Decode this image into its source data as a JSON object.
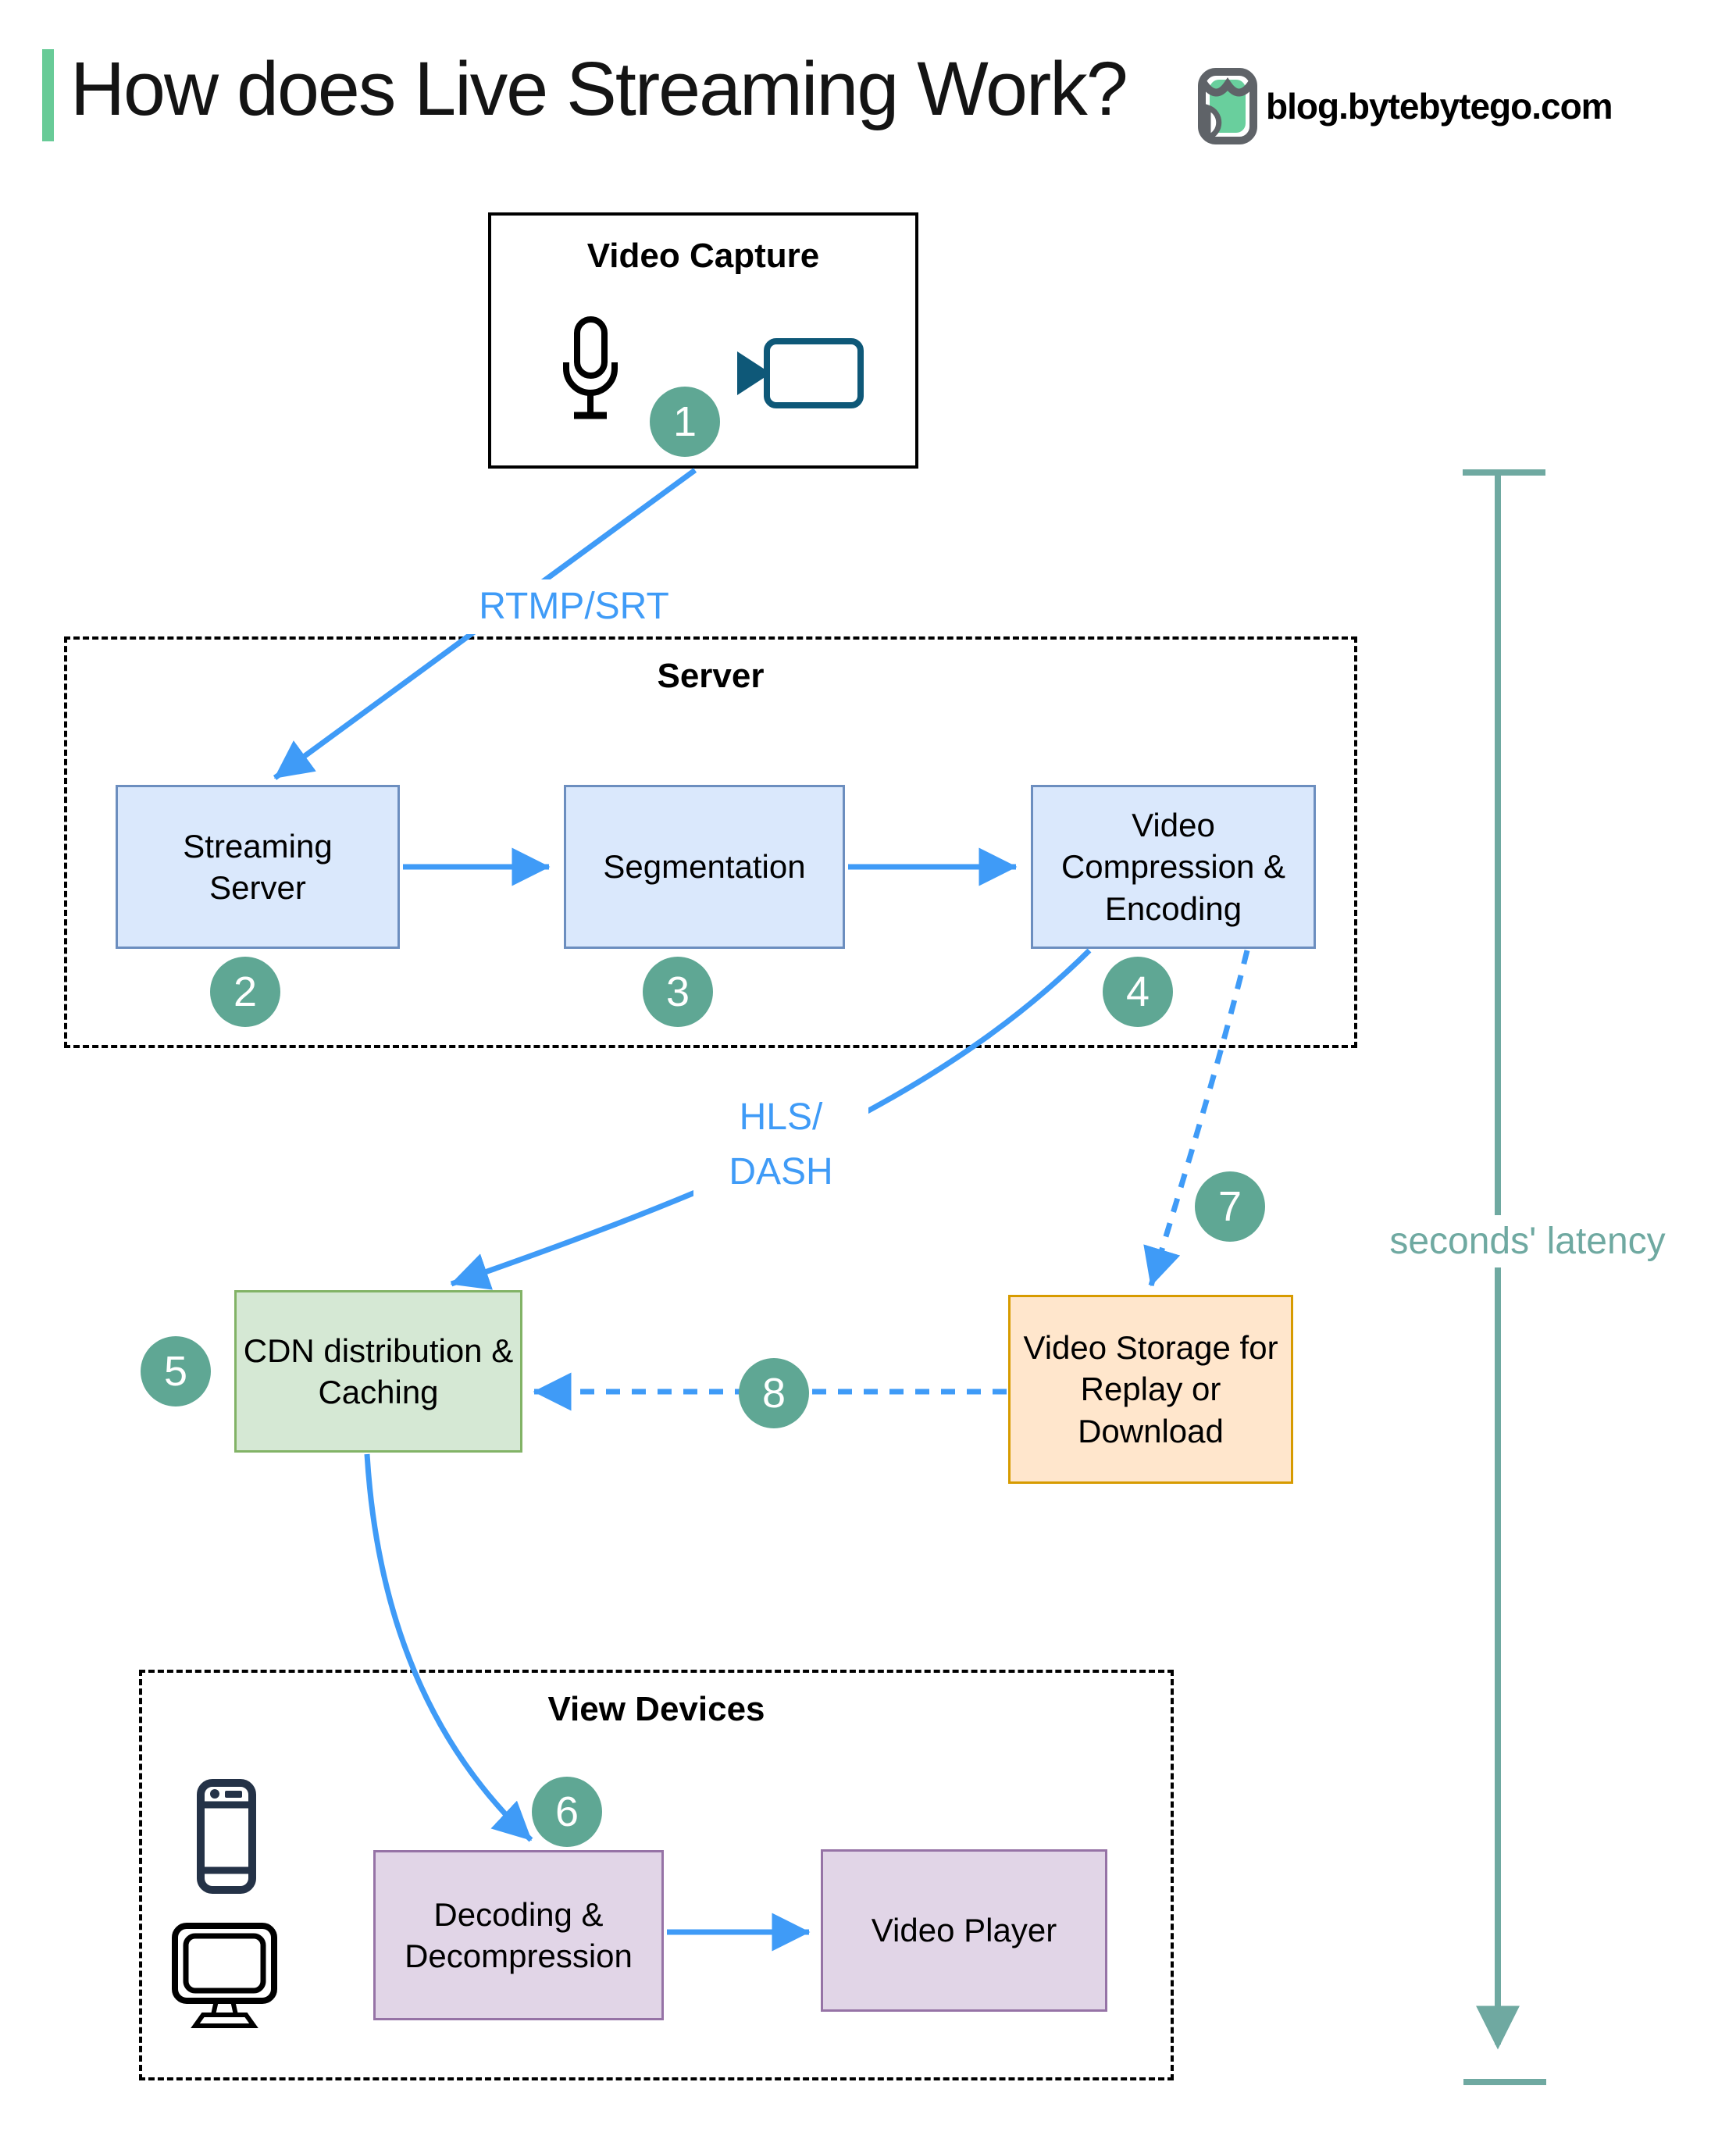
{
  "header": {
    "title": "How does Live Streaming Work?",
    "site": "blog.bytebytego.com"
  },
  "groups": {
    "server": "Server",
    "view_devices": "View Devices"
  },
  "nodes": {
    "video_capture": "Video Capture",
    "streaming_server": "Streaming Server",
    "segmentation": "Segmentation",
    "video_compression": "Video Compression & Encoding",
    "cdn": "CDN distribution & Caching",
    "video_storage": "Video Storage for Replay or Download",
    "decoding": "Decoding & Decompression",
    "video_player": "Video Player"
  },
  "flow_labels": {
    "rtmp": "RTMP/SRT",
    "hls_dash": "HLS/\nDASH",
    "latency": "seconds' latency"
  },
  "steps": [
    "1",
    "2",
    "3",
    "4",
    "5",
    "6",
    "7",
    "8"
  ],
  "icons": {
    "logo": "bytebytego-owl-logo",
    "capture": [
      "microphone-icon",
      "video-camera-icon"
    ],
    "devices": [
      "smartphone-icon",
      "monitor-icon"
    ]
  },
  "colors": {
    "accent_green": "#68CB97",
    "arrow_blue": "#3F9BF7",
    "step_circle_teal": "#5FA794",
    "latency_teal": "#6FA9A1",
    "box_blue_fill": "#DAE8FC",
    "box_blue_border": "#6C8EBF",
    "box_green_fill": "#D5E8D4",
    "box_green_border": "#82B366",
    "box_orange_fill": "#FFE6CC",
    "box_orange_border": "#D79B00",
    "box_purple_fill": "#E1D5E7",
    "box_purple_border": "#9673A6",
    "camera_icon": "#0E5878",
    "phone_icon": "#243247"
  }
}
